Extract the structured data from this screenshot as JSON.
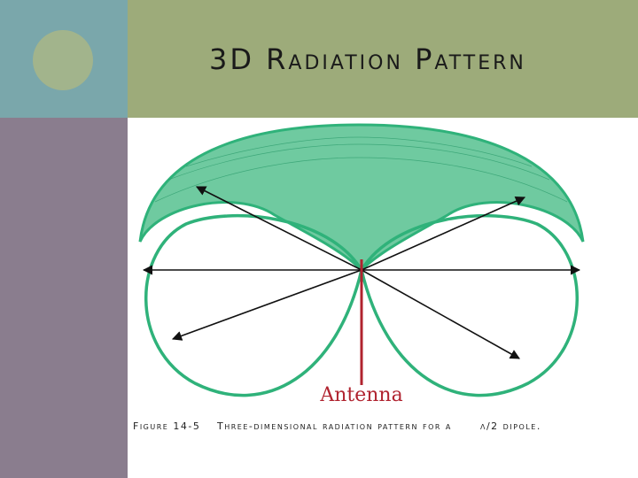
{
  "slide": {
    "title": "3D Radiation Pattern",
    "colors": {
      "left_top_panel": "#7aa7ab",
      "left_bottom_panel": "#8a7d8e",
      "header_band": "#9dab7a",
      "circle_decoration": "#a4b48a",
      "pattern_green": "#2fb27a",
      "pattern_fill": "#6fcaa0",
      "antenna_red": "#b0232f"
    }
  },
  "diagram": {
    "antenna_label": "Antenna"
  },
  "caption": {
    "figure_label": "Figure 14-5",
    "text": "Three-dimensional radiation pattern for a",
    "suffix": "λ/2 dipole."
  }
}
